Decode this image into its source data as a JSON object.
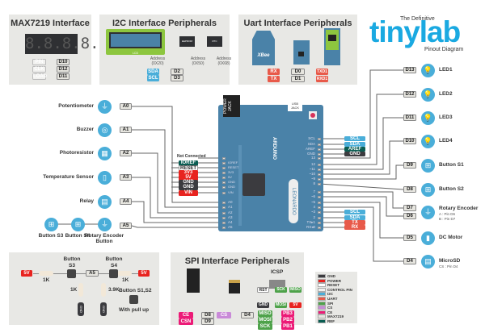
{
  "max7219": {
    "title": "MAX7219 Interface",
    "display": "8.8.8.8.",
    "pins": [
      {
        "label": "PIN",
        "to": "D10"
      },
      {
        "label": "CLK",
        "to": "D12"
      },
      {
        "label": "LOAD",
        "to": "D11"
      }
    ]
  },
  "i2c": {
    "title": "I2C Interface Peripherals",
    "lcd_label": "LCD",
    "eeprom": "EEPROM",
    "rtc": "RTC",
    "addresses": [
      {
        "label": "Address",
        "value": "(0X20)"
      },
      {
        "label": "Address",
        "value": "(0X50)"
      },
      {
        "label": "Address",
        "value": "(0X68)"
      }
    ],
    "pins": [
      {
        "label": "SDA",
        "to": "D2"
      },
      {
        "label": "SCL",
        "to": "D3"
      }
    ]
  },
  "uart": {
    "title": "Uart Interface Peripherals",
    "xbee": "XBee",
    "pins": [
      {
        "label": "RX",
        "to": "D0",
        "bt": "TXD1"
      },
      {
        "label": "TX",
        "to": "D1",
        "bt": "RXD1"
      }
    ]
  },
  "logo": {
    "top": "The Definitive",
    "name": "tinylab",
    "sub": "Pinout Diagram"
  },
  "right_devices": [
    {
      "pin": "D13",
      "name": "LED1",
      "icon": "led-icon"
    },
    {
      "pin": "D12",
      "name": "LED2",
      "icon": "led-icon"
    },
    {
      "pin": "D11",
      "name": "LED3",
      "icon": "led-icon"
    },
    {
      "pin": "D10",
      "name": "LED4",
      "icon": "led-icon"
    },
    {
      "pin": "D9",
      "name": "Button S1",
      "icon": "button-icon"
    },
    {
      "pin": "D8",
      "name": "Button S2",
      "icon": "button-icon"
    },
    {
      "pin": "D5",
      "name": "DC Motor",
      "icon": "motor-icon"
    },
    {
      "pin": "D4",
      "name": "MicroSD",
      "icon": "sd-card-icon",
      "note": "CS : Pin D4"
    }
  ],
  "rotary_encoder": {
    "name": "Rotary Encoder",
    "pins": [
      "D7",
      "D6"
    ],
    "note_a": "A : Pin D6",
    "note_b": "B : Pin D7"
  },
  "left_devices": [
    {
      "pin": "A0",
      "name": "Potentiometer",
      "icon": "potentiometer-icon"
    },
    {
      "pin": "A1",
      "name": "Buzzer",
      "icon": "buzzer-icon"
    },
    {
      "pin": "A2",
      "name": "Photoresistor",
      "icon": "photoresistor-icon"
    },
    {
      "pin": "A3",
      "name": "Temperature Sensor",
      "icon": "thermometer-icon"
    },
    {
      "pin": "A4",
      "name": "Relay",
      "icon": "relay-icon"
    }
  ],
  "a5_devices": {
    "pin": "A5",
    "items": [
      {
        "name": "Button S3"
      },
      {
        "name": "Button S4"
      },
      {
        "name": "Rotary Encoder Button"
      }
    ]
  },
  "board": {
    "power_jack": "POWER JACK",
    "usb_jack": "USB JACK",
    "brand": "ARDUINO",
    "model": "LEONARDO",
    "not_connected": "Not Connected",
    "power_pins": [
      {
        "label": "IOREF",
        "cls": "ref"
      },
      {
        "label": "RESET",
        "cls": "wh"
      },
      {
        "label": "3V3",
        "cls": "red"
      },
      {
        "label": "5V",
        "cls": "red"
      },
      {
        "label": "GND",
        "cls": "gnd"
      },
      {
        "label": "GND",
        "cls": "gnd"
      },
      {
        "label": "VIN",
        "cls": "red"
      }
    ],
    "analog_pins": [
      "A0",
      "A1",
      "A2",
      "A3",
      "A4",
      "A5"
    ],
    "digital_pins": [
      "SCL",
      "SDA",
      "AREF",
      "GND",
      "13",
      "12",
      "~11",
      "~10",
      "~9",
      "8",
      "7",
      "~6",
      "~5",
      "4",
      "~3",
      "2",
      "TX▸1",
      "RX◂0"
    ],
    "right_top_tags": [
      {
        "label": "SCL",
        "cls": "i2c"
      },
      {
        "label": "SDA",
        "cls": "i2c"
      },
      {
        "label": "AREF",
        "cls": "ref"
      },
      {
        "label": "GND",
        "cls": "gnd"
      }
    ],
    "right_bottom_tags": [
      {
        "label": "SCL",
        "cls": "i2c"
      },
      {
        "label": "SDA",
        "cls": "i2c"
      },
      {
        "label": "TX",
        "cls": "uart"
      },
      {
        "label": "RX",
        "cls": "uart"
      }
    ]
  },
  "button_circuit": {
    "v5": "5V",
    "r1": "1K",
    "r2": "1K",
    "r3": "1K",
    "r4": "3.9K",
    "s3": "Button S3",
    "s4": "Button S4",
    "pin": "A5",
    "gnd": "GND",
    "note1": "Button S1,S2",
    "note2": "With pull up"
  },
  "spi": {
    "title": "SPI Interface Peripherals",
    "icsp": "ICSP",
    "icsp_pins": [
      {
        "label": "RST",
        "cls": "wh"
      },
      {
        "label": "SCK",
        "cls": "spi"
      },
      {
        "label": "MISO",
        "cls": "spi"
      },
      {
        "label": "GND",
        "cls": "gnd"
      },
      {
        "label": "MOSI",
        "cls": "spi"
      },
      {
        "label": "5V",
        "cls": "red"
      }
    ],
    "rf": [
      {
        "label": "CE",
        "to": "D8"
      },
      {
        "label": "CSN",
        "to": "D9"
      }
    ],
    "sd": {
      "label": "CS",
      "to": "D4"
    },
    "map": [
      {
        "label": "MISO",
        "to": "PB3"
      },
      {
        "label": "MOSI",
        "to": "PB2"
      },
      {
        "label": "SCK",
        "to": "PB1"
      }
    ]
  },
  "legend": [
    {
      "label": "GND",
      "color": "#3b3b3f"
    },
    {
      "label": "POWER",
      "color": "#e8231f"
    },
    {
      "label": "RESET",
      "color": "#ffffff"
    },
    {
      "label": "CONTROL PIN",
      "color": "#f1f1ef"
    },
    {
      "label": "I2C",
      "color": "#4aaed9"
    },
    {
      "label": "UART",
      "color": "#e85a4a"
    },
    {
      "label": "SPI",
      "color": "#4ea24a"
    },
    {
      "label": "CS",
      "color": "#c98ad8"
    },
    {
      "label": "CE",
      "color": "#ec1b77"
    },
    {
      "label": "MAX7219",
      "color": "#e6e5df"
    },
    {
      "label": "REF",
      "color": "#0a5d52"
    }
  ]
}
